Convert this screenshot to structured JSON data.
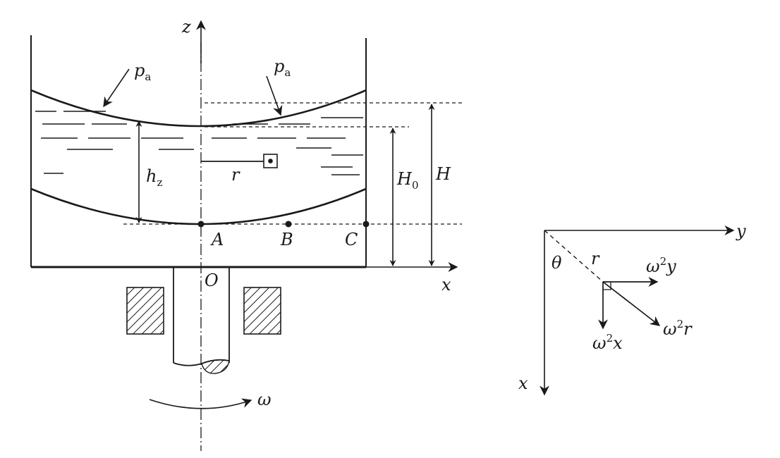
{
  "left_figure": {
    "z_axis": "z",
    "x_axis": "x",
    "origin": "O",
    "pressure_left": {
      "base": "p",
      "sub": "a"
    },
    "pressure_right": {
      "base": "p",
      "sub": "a"
    },
    "radius": "r",
    "height_z": {
      "base": "h",
      "sub": "z"
    },
    "height_0": {
      "base": "H",
      "sub": "0"
    },
    "height_total": "H",
    "point_a": "A",
    "point_b": "B",
    "point_c": "C",
    "omega": "ω"
  },
  "right_figure": {
    "y_axis": "y",
    "x_axis": "x",
    "theta": "θ",
    "radius": "r",
    "force_y": {
      "base": "ω",
      "sup": "2",
      "tail": "y"
    },
    "force_x": {
      "base": "ω",
      "sup": "2",
      "tail": "x"
    },
    "force_r": {
      "base": "ω",
      "sup": "2",
      "tail": "r"
    }
  }
}
